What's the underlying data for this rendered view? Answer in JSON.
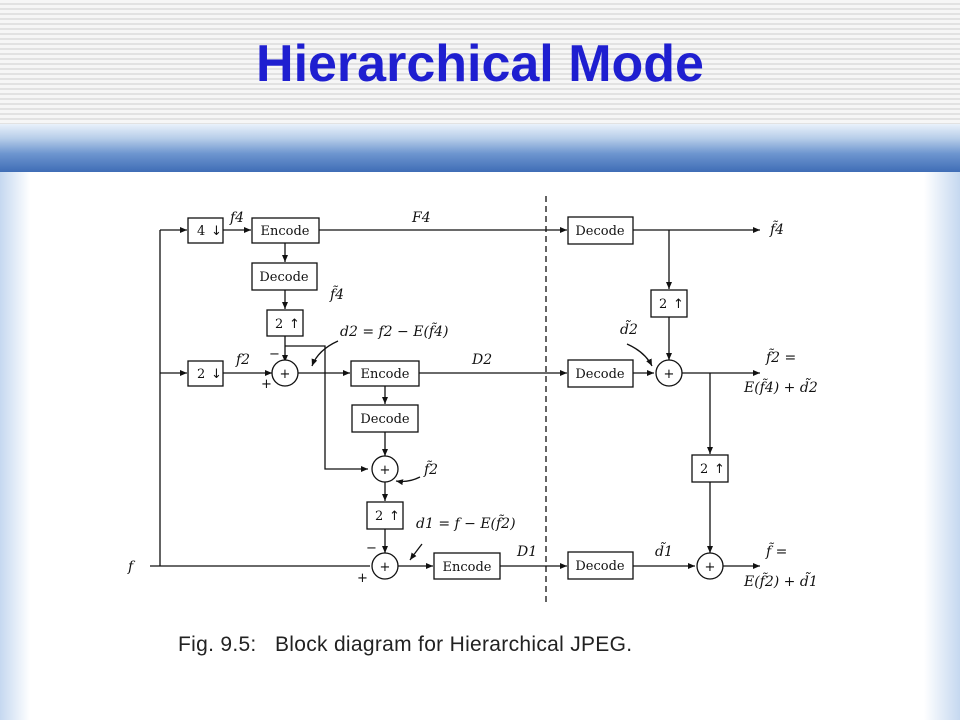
{
  "slide": {
    "title": "Hierarchical Mode"
  },
  "figure": {
    "caption": "Fig. 9.5:   Block diagram for Hierarchical JPEG.",
    "blocks": {
      "enc1": "Encode",
      "dec1": "Decode",
      "enc2": "Encode",
      "dec2": "Decode",
      "enc3": "Encode",
      "rdec1": "Decode",
      "rdec2": "Decode",
      "rdec3": "Decode",
      "down4": "4",
      "down2": "2",
      "up_a": "2",
      "up_b": "2",
      "up_c": "2"
    },
    "signals": {
      "f4": "f4",
      "F4": "F4",
      "f4_tilde": "f̃4",
      "f4_tilde_out": "f̃4",
      "d2_eq": "d2 = f2 − E(f̃4)",
      "f2": "f2",
      "D2": "D2",
      "f2_tilde": "f̃2",
      "d1_eq": "d1 = f − E(f̃2)",
      "D1": "D1",
      "f": "f",
      "d2_tilde": "d̃2",
      "d1_tilde": "d̃1",
      "out_f2_a": "f̃2 =",
      "out_f2_b": "E(f̃4) + d̃2",
      "out_f_a": "f̃ =",
      "out_f_b": "E(f̃2) + d̃1"
    },
    "operators": {
      "plus": "+",
      "minus": "−",
      "sum": "+"
    }
  }
}
